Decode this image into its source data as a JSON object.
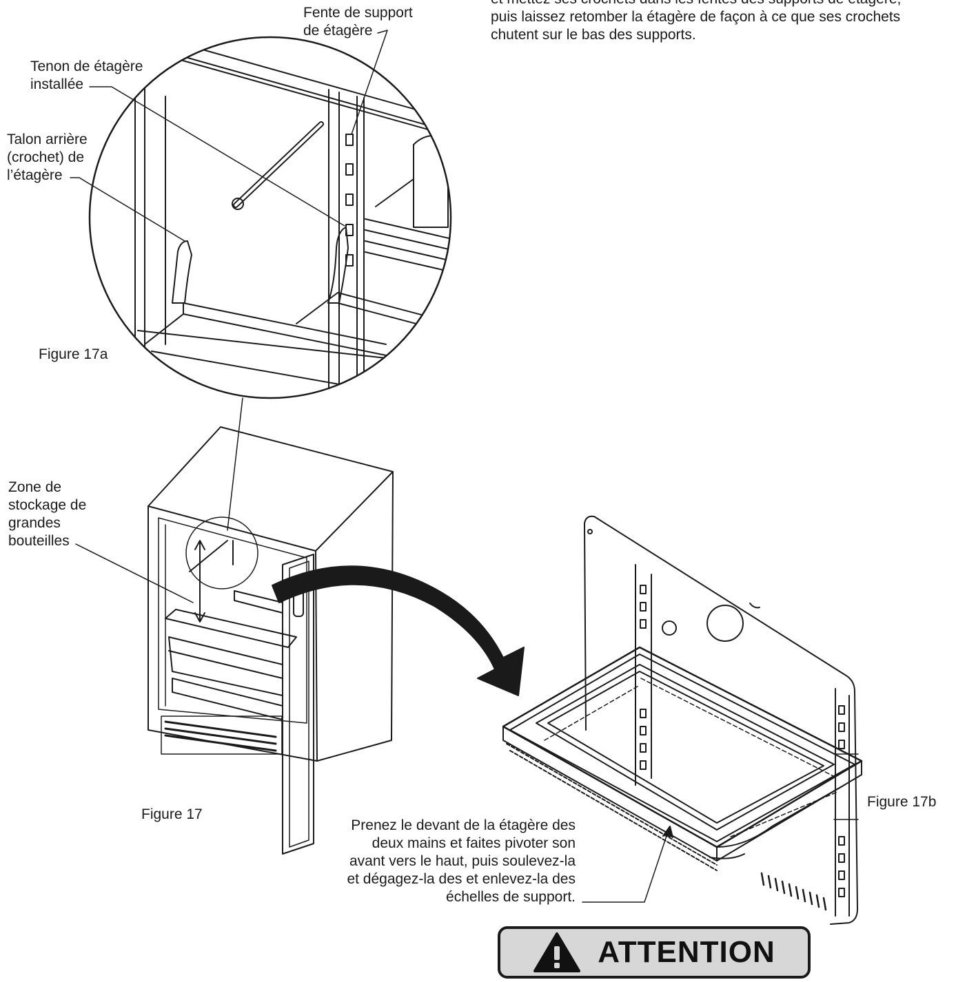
{
  "instruction_text": "et mettez ses crochets dans les fentes des supports de étagère,\npuis laissez retomber la étagère de façon à ce que ses crochets\nchutent sur le bas des supports.",
  "labels": {
    "slot": "Fente de support\nde étagère",
    "tenon": "Tenon de étagère\ninstallée",
    "talon": "Talon arrière\n(crochet) de\nl’étagère",
    "zone": "Zone de\nstockage de\ngrandes\nbouteilles",
    "remove_instructions": "Prenez le devant de la étagère des\ndeux mains et faites pivoter son\navant vers le haut, puis soulevez-la\net dégagez-la des et enlevez-la des\néchelles de support."
  },
  "figures": {
    "fig17a": "Figure 17a",
    "fig17": "Figure 17",
    "fig17b": "Figure 17b"
  },
  "warning": {
    "label": "ATTENTION",
    "icon": "warning-triangle-icon"
  }
}
